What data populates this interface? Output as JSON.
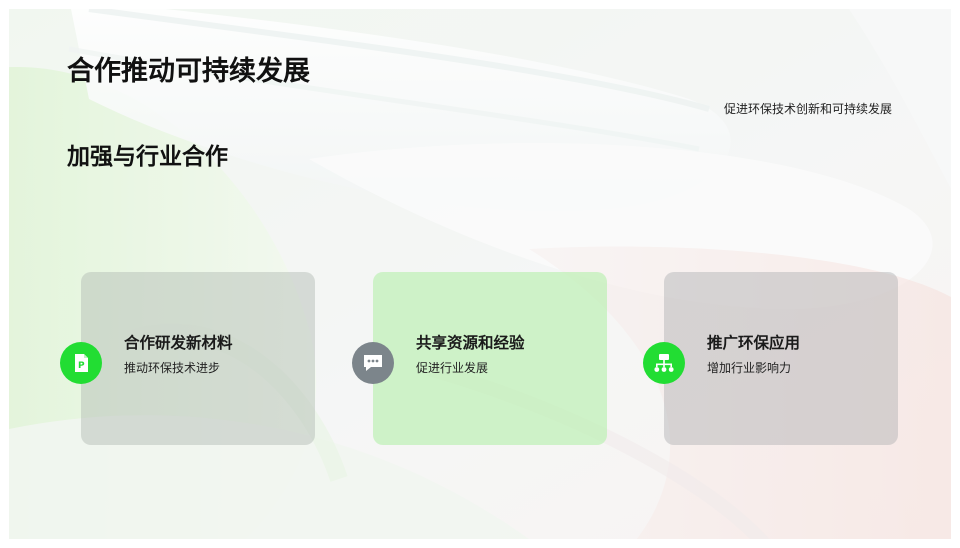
{
  "slide": {
    "title": "合作推动可持续发展",
    "tagline": "促进环保技术创新和可持续发展",
    "subtitle": "加强与行业合作"
  },
  "cards": [
    {
      "title": "合作研发新材料",
      "description": "推动环保技术进步",
      "icon": "document-icon",
      "icon_color": "#22dd33"
    },
    {
      "title": "共享资源和经验",
      "description": "促进行业发展",
      "icon": "chat-bubble-icon",
      "icon_color": "#7c858b"
    },
    {
      "title": "推广环保应用",
      "description": "增加行业影响力",
      "icon": "org-chart-icon",
      "icon_color": "#22dd33"
    }
  ]
}
